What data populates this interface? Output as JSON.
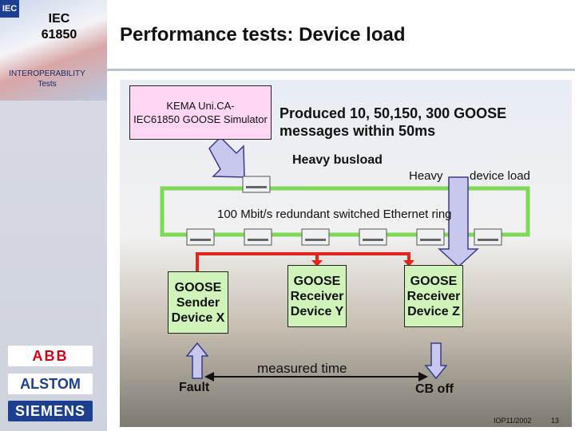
{
  "sidebar": {
    "brand_logo": "IEC",
    "brand_title": "IEC\n61850",
    "subtitle": "INTEROPERABILITY\nTests",
    "logos": {
      "abb": "ABB",
      "alstom": "ALSTOM",
      "siemens": "SIEMENS"
    }
  },
  "header": {
    "title": "Performance tests: Device load"
  },
  "diagram": {
    "simulator": "KEMA Uni.CA-\nIEC61850 GOOSE Simulator",
    "produced": "Produced 10, 50,150, 300 GOOSE messages within 50ms",
    "heavy_busload": "Heavy busload",
    "heavy": "Heavy",
    "device_load": "device load",
    "ring": "100 Mbit/s redundant switched Ethernet ring",
    "devices": [
      {
        "label": "GOOSE\nSender\nDevice X"
      },
      {
        "label": "GOOSE\nReceiver\nDevice Y"
      },
      {
        "label": "GOOSE\nReceiver\nDevice Z"
      }
    ],
    "measured_time": "measured time",
    "fault": "Fault",
    "cb_off": "CB off"
  },
  "footer": {
    "code": "IOP11/2002",
    "page": "13"
  },
  "colors": {
    "ring": "#7ed957",
    "signal": "#e0261b",
    "arrow_fill": "#c8c8ee",
    "device_fill": "#cff3b8",
    "simulator_fill": "#ffd6f4"
  },
  "icons": [
    "switch-icon",
    "down-arrow-icon",
    "double-arrow-icon"
  ]
}
